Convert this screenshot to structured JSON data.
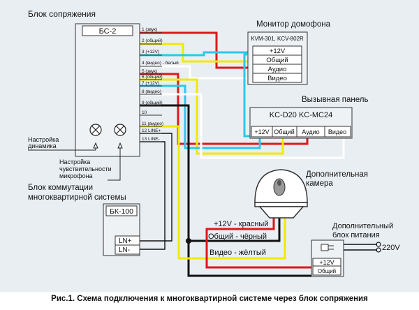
{
  "labels": {
    "interface_block": "Блок сопряжения",
    "monitor": "Монитор домофона",
    "call_panel": "Вызывная панель",
    "extra_camera_line1": "Дополнительная",
    "extra_camera_line2": "камера",
    "extra_psu_line1": "Дополнительный",
    "extra_psu_line2": "блок питания",
    "speaker_adj_line1": "Настройка",
    "speaker_adj_line2": "динамика",
    "mic_adj_line1": "Настройка",
    "mic_adj_line2": "чувствительности",
    "mic_adj_line3": "микрофона",
    "commutation_line1": "Блок коммутации",
    "commutation_line2": "многоквартирной системы",
    "wire_red": "+12V - красный",
    "wire_black": "Общий - чёрный",
    "wire_yellow": "Видео - жёлтый",
    "mains": "220V"
  },
  "bs2": {
    "title": "БС-2",
    "pins": [
      "1 (звук)",
      "2 (общий)",
      "3 (+12V)",
      "4 (видео) - белый",
      "5 (звук)",
      "6 (общий)",
      "7 (+12V)",
      "8 (видео)",
      "9 (общий)",
      "10",
      "11 (видео)",
      "12 LINE+",
      "13 LINE-"
    ]
  },
  "monitor": {
    "model": "KVM-301, KCV-802R",
    "rows": [
      "+12V",
      "Общий",
      "Аудио",
      "Видео"
    ]
  },
  "call_panel": {
    "model": "KC-D20 KC-MC24",
    "cols": [
      "+12V",
      "Общий",
      "Аудио",
      "Видео"
    ]
  },
  "bk100": {
    "title": "БК-100",
    "pins": [
      "LN+",
      "LN-"
    ]
  },
  "psu": {
    "pins": [
      "+12V",
      "Общий"
    ]
  },
  "caption": "Рис.1.  Схема подключения к многоквартирной системе через блок сопряжения",
  "colors": {
    "red": "#e0161b",
    "yellow": "#f1ea00",
    "cyan": "#2ec7e8",
    "white": "#ffffff",
    "black": "#111111",
    "background": "#e9eef2"
  }
}
